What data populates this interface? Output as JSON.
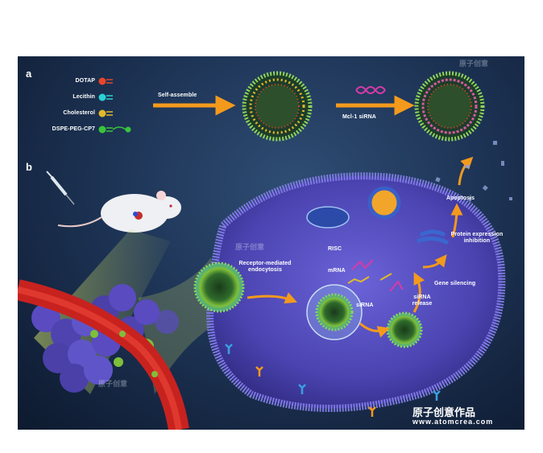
{
  "panel_a": {
    "label": "a",
    "legend": [
      {
        "name": "DOTAP",
        "color": "#e8452c"
      },
      {
        "name": "Lecithin",
        "color": "#2ad2d6"
      },
      {
        "name": "Cholesterol",
        "color": "#e2b92a"
      },
      {
        "name": "DSPE-PEG-CP7",
        "color": "#39c43b"
      }
    ],
    "step1": "Self-assemble",
    "step2": "Mcl-1 siRNA"
  },
  "panel_b": {
    "label": "b",
    "labels": {
      "endocytosis": "Receptor-mediated endocytosis",
      "risc": "RISC",
      "mrna": "mRNA",
      "sirna": "siRNA",
      "release": "siRNA release",
      "silencing": "Gene silencing",
      "inhibition": "Protein expression inhibition",
      "apoptosis": "Apoptosis"
    }
  },
  "watermark": {
    "text": "原子创意",
    "brand": "原子创意作品",
    "url": "www.atomcrea.com"
  },
  "colors": {
    "background": "#1e3557",
    "arrow": "#f39a1d",
    "cell": "#4a43b0",
    "membrane": "#6f6ad6",
    "vessel": "#c8221f"
  }
}
